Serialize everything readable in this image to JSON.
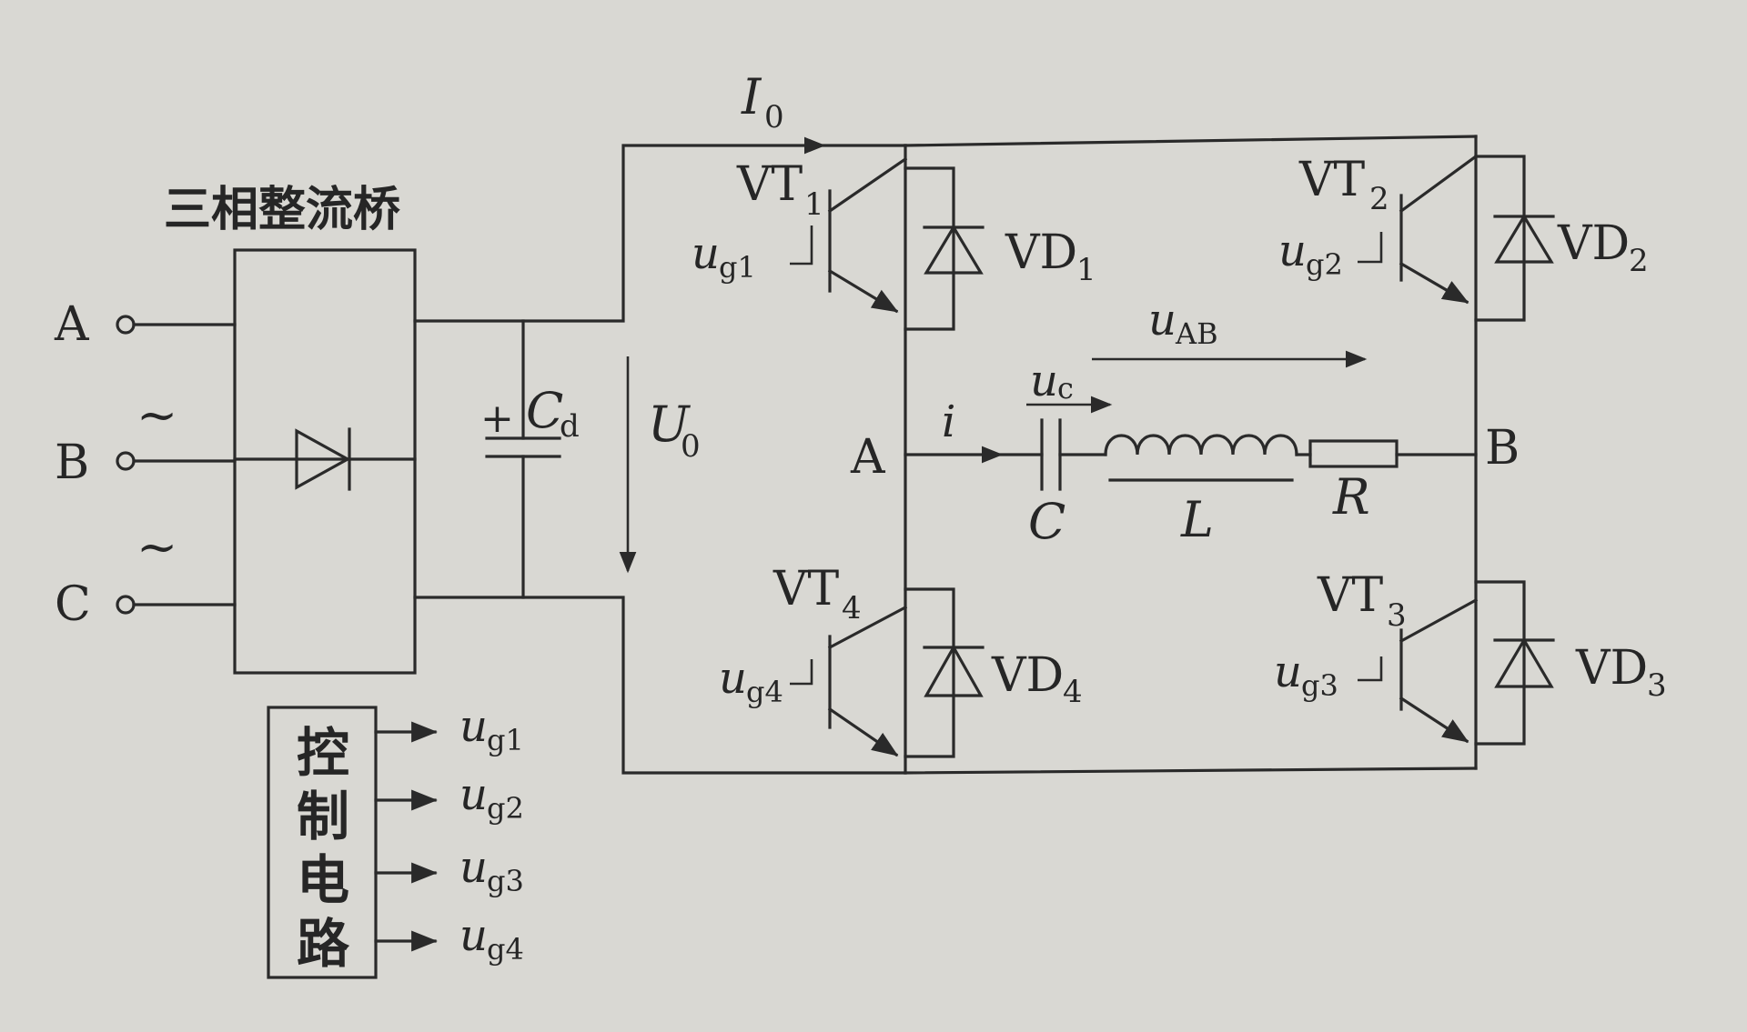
{
  "labels": {
    "rectifier_title": "三相整流桥",
    "phase_a": "A",
    "phase_b": "B",
    "phase_c": "C",
    "tilde": "~",
    "cap_cd": "C",
    "cap_cd_sub": "d",
    "plus": "+",
    "u0": "U",
    "u0_sub": "0",
    "i0": "I",
    "i0_sub": "0",
    "node_a": "A",
    "node_b": "B",
    "current_i": "i",
    "uab": "u",
    "uab_sub": "AB",
    "uc": "u",
    "uc_sub": "c",
    "cap_c": "C",
    "ind_l": "L",
    "res_r": "R",
    "control": [
      "控",
      "制",
      "电",
      "路"
    ],
    "gate_outputs": [
      {
        "u": "u",
        "sub": "g1"
      },
      {
        "u": "u",
        "sub": "g2"
      },
      {
        "u": "u",
        "sub": "g3"
      },
      {
        "u": "u",
        "sub": "g4"
      }
    ],
    "transistors": [
      {
        "name": "VT",
        "sub": "1",
        "gate": "u",
        "gate_sub": "g1",
        "diode": "VD",
        "diode_sub": "1"
      },
      {
        "name": "VT",
        "sub": "2",
        "gate": "u",
        "gate_sub": "g2",
        "diode": "VD",
        "diode_sub": "2"
      },
      {
        "name": "VT",
        "sub": "3",
        "gate": "u",
        "gate_sub": "g3",
        "diode": "VD",
        "diode_sub": "3"
      },
      {
        "name": "VT",
        "sub": "4",
        "gate": "u",
        "gate_sub": "g4",
        "diode": "VD",
        "diode_sub": "4"
      }
    ]
  }
}
